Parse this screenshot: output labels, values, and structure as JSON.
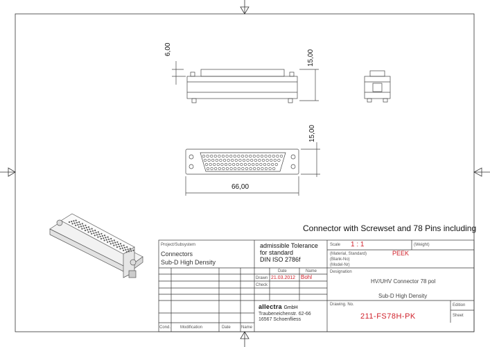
{
  "dimensions": {
    "height_top": "6,00",
    "height_side": "15,00",
    "height_front": "15,00",
    "width_front": "66,00"
  },
  "caption": "Connector with Screwset and 78 Pins including",
  "title_block": {
    "project_label": "Project/Subsystem",
    "project_line1": "Connectors",
    "project_line2": "Sub-D High Density",
    "tolerance_line1": "admissible Tolerance",
    "tolerance_line2": "for standard",
    "tolerance_line3": "DIN ISO 2786f",
    "scale_label": "Scale",
    "scale_value": "1 : 1",
    "weight_label": "(Weight)",
    "material_label": "(Material, Standard)",
    "material_value": "PEEK",
    "blank_label": "(Blank-No)",
    "model_label": "(Model-Nr)",
    "date_header": "Date",
    "name_header": "Name",
    "drawn_label": "Drawn",
    "drawn_date": "21.03.2012",
    "drawn_name": "Bohl",
    "check_label": "Check",
    "designation_label": "Designation",
    "designation_line1": "HV/UHV Connector 78 pol",
    "designation_line2": "Sub-D High Density",
    "company_name": "allectra",
    "company_suffix": "GmbH",
    "company_street": "Traubeneichenstr. 62-66",
    "company_city": "16567 Schoenfliess",
    "drawing_no_label": "Drawing. No.",
    "drawing_no": "211-FS78H-PK",
    "edition_label": "Edition",
    "sheet_label": "Sheet",
    "cond_label": "Cond.",
    "modification_label": "Modification",
    "date_label_bottom": "Date",
    "name_label_bottom": "Name"
  }
}
